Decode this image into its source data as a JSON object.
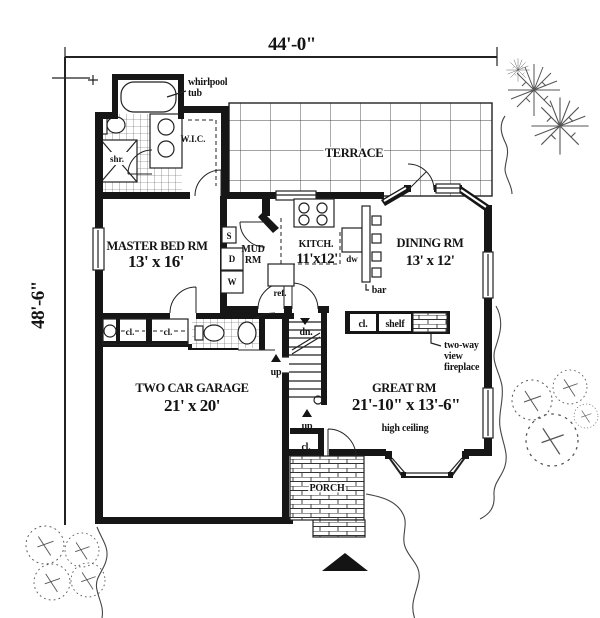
{
  "dimensions": {
    "width": "44'-0\"",
    "height": "48'-6\""
  },
  "rooms": {
    "terrace": "TERRACE",
    "master_bed": {
      "name": "MASTER BED RM",
      "size": "13' x 16'"
    },
    "mud": {
      "line1": "MUD",
      "line2": "RM"
    },
    "kitchen": {
      "name": "KITCH.",
      "size": "11'x12'"
    },
    "dining": {
      "name": "DINING RM",
      "size": "13' x 12'"
    },
    "great": {
      "name": "GREAT RM",
      "size": "21'-10\" x 13'-6\"",
      "note": "high ceiling"
    },
    "garage": {
      "name": "TWO CAR GARAGE",
      "size": "21' x 20'"
    },
    "porch": "PORCH",
    "wic": "W.I.C."
  },
  "labels": {
    "whirlpool": {
      "line1": "whirlpool",
      "line2": "tub"
    },
    "shower": "shr.",
    "fridge": "ref.",
    "dishwasher": "dw",
    "bar": "bar",
    "closet": "cl.",
    "shelf": "shelf",
    "fireplace": {
      "line1": "two-way",
      "line2": "view",
      "line3": "fireplace"
    },
    "down": "dn.",
    "up": "up",
    "washer": "W",
    "dryer": "D",
    "sink": "S"
  }
}
